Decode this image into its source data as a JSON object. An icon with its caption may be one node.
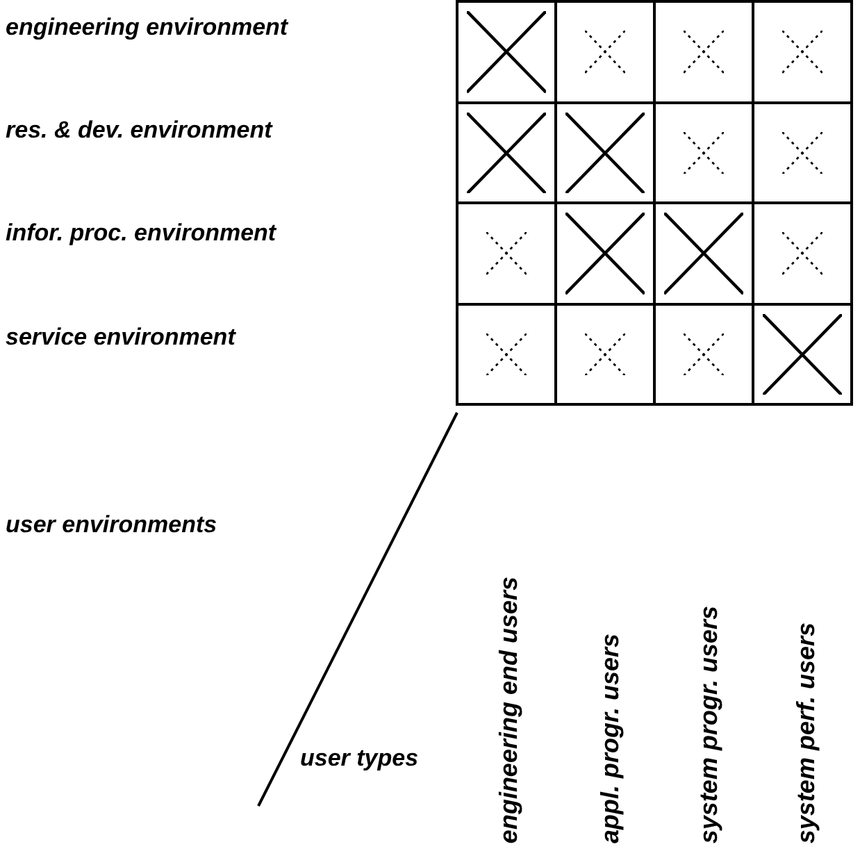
{
  "diagram": {
    "nodes": [
      {
        "text": [],
        "shape": "cross"
      },
      {
        "text": [],
        "shape": "cross"
      },
      {
        "text": [],
        "shape": "cross"
      },
      {
        "text": [],
        "shape": "cross"
      },
      {
        "text": [],
        "shape": "cross"
      },
      {
        "text": [],
        "shape": "cross"
      },
      {
        "text": [],
        "shape": "cross"
      },
      {
        "text": [],
        "shape": "cross"
      },
      {
        "text": [],
        "shape": "cross"
      },
      {
        "text": [],
        "shape": "cross"
      },
      {
        "text": [],
        "shape": "cross"
      },
      {
        "text": [],
        "shape": "cross"
      },
      {
        "text": [],
        "shape": "cross"
      },
      {
        "text": [],
        "shape": "cross"
      },
      {
        "text": [],
        "shape": "cross"
      },
      {
        "text": [],
        "shape": "cross"
      }
    ],
    "labels": [
      "engineering environment",
      "res. & dev. environment",
      "infor. proc. environment",
      "service environment",
      "user environments",
      "engineering end users",
      "appl. progr. users",
      "system progr. users",
      "system perf. users",
      "user types"
    ]
  }
}
